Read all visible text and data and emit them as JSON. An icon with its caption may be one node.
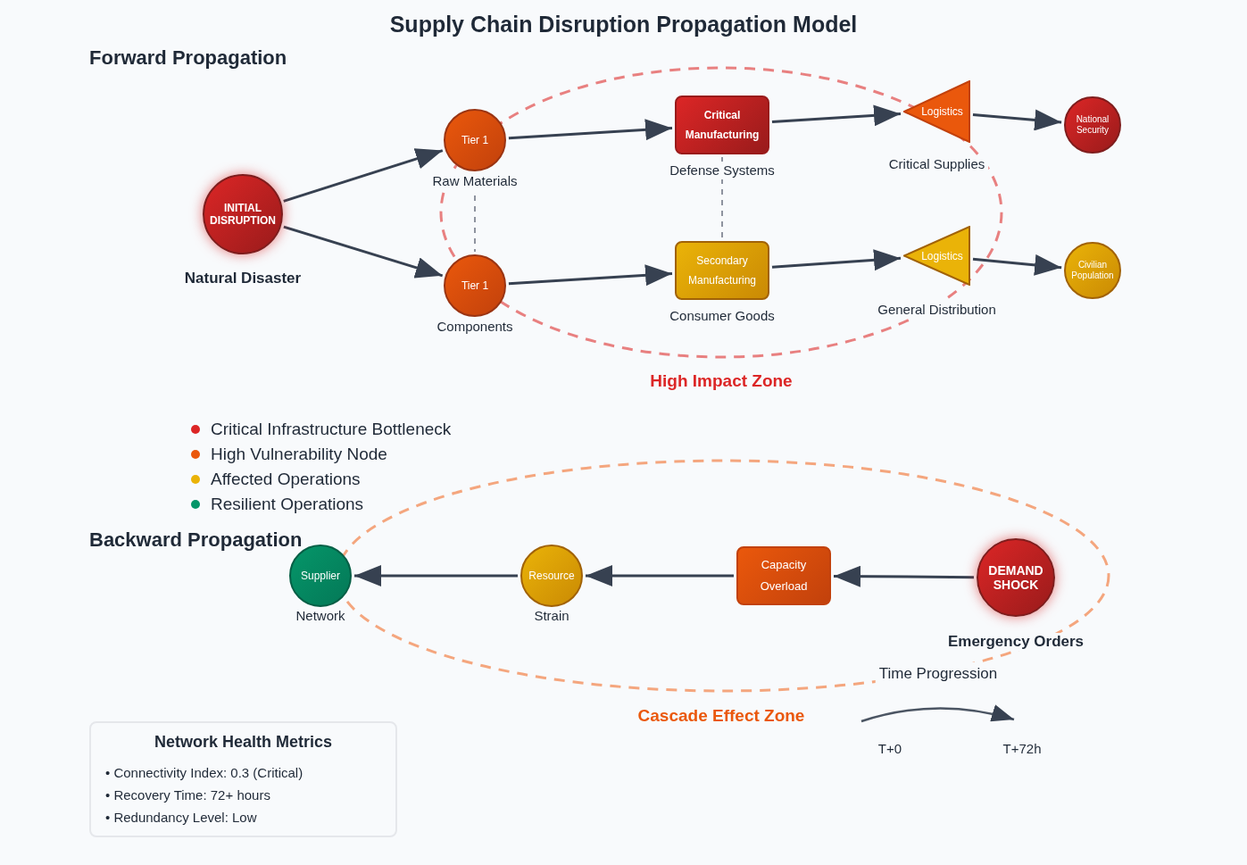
{
  "diagram": {
    "title": "Supply Chain Disruption Propagation Model",
    "nodes": [
      {
        "text": [
          "INITIAL DISRUPTION"
        ],
        "beside": [
          "Natural Disaster"
        ]
      },
      {
        "text": [
          "Tier 1"
        ],
        "beside": [
          "Raw Materials"
        ]
      },
      {
        "text": [
          "Tier 1"
        ],
        "beside": [
          "Components"
        ]
      },
      {
        "text": [
          "Critical Manufacturing"
        ],
        "beside": [
          "Defense Systems"
        ]
      },
      {
        "text": [
          "Secondary Manufacturing"
        ],
        "beside": [
          "Consumer Goods"
        ]
      },
      {
        "text": [
          "Logistics"
        ],
        "beside": [
          "Critical Supplies"
        ]
      },
      {
        "text": [
          "Logistics"
        ],
        "beside": [
          "General Distribution"
        ]
      },
      {
        "text": [
          "National Security"
        ]
      },
      {
        "text": [
          "Civilian Population"
        ]
      },
      {
        "text": [
          "Supplier"
        ],
        "beside": [
          "Network"
        ]
      },
      {
        "text": [
          "Resource"
        ],
        "beside": [
          "Strain"
        ]
      },
      {
        "text": [
          "Capacity Overload"
        ]
      },
      {
        "text": [
          "DEMAND SHOCK"
        ],
        "beside": [
          "Emergency Orders"
        ]
      },
      {
        "text": [
          "Network Health Metrics",
          "• Connectivity Index: 0.3 (Critical)",
          "• Recovery Time: 72+ hours",
          "• Redundancy Level: Low"
        ]
      }
    ],
    "edges": [
      {
        "from": 0,
        "to": 1,
        "arrow": "to"
      },
      {
        "from": 0,
        "to": 2,
        "arrow": "to"
      },
      {
        "from": 1,
        "to": 3,
        "arrow": "to"
      },
      {
        "from": 2,
        "to": 4,
        "arrow": "to"
      },
      {
        "from": 3,
        "to": 5,
        "arrow": "to"
      },
      {
        "from": 4,
        "to": 6,
        "arrow": "to"
      },
      {
        "from": 5,
        "to": 7,
        "arrow": "to"
      },
      {
        "from": 6,
        "to": 8,
        "arrow": "to"
      },
      {
        "from": 1,
        "to": 2,
        "arrow": "none",
        "style": "dashed",
        "color": "#6b7280"
      },
      {
        "from": 3,
        "to": 4,
        "arrow": "none",
        "style": "dashed",
        "color": "#6b7280"
      },
      {
        "from": 12,
        "to": 11,
        "arrow": "to"
      },
      {
        "from": 11,
        "to": 10,
        "arrow": "to"
      },
      {
        "from": 10,
        "to": 9,
        "arrow": "to"
      }
    ],
    "labels": [
      "Forward Propagation",
      "High Impact Zone",
      "Backward Propagation",
      "Time Progression",
      "Cascade Effect Zone",
      "T+0",
      "T+72h"
    ],
    "legend": [
      {
        "text": "Critical Infrastructure Bottleneck",
        "color": "#dc2626"
      },
      {
        "text": "High Vulnerability Node",
        "color": "#ea580c"
      },
      {
        "text": "Affected Operations",
        "color": "#eab308"
      },
      {
        "text": "Resilient Operations",
        "color": "#059669"
      }
    ]
  }
}
